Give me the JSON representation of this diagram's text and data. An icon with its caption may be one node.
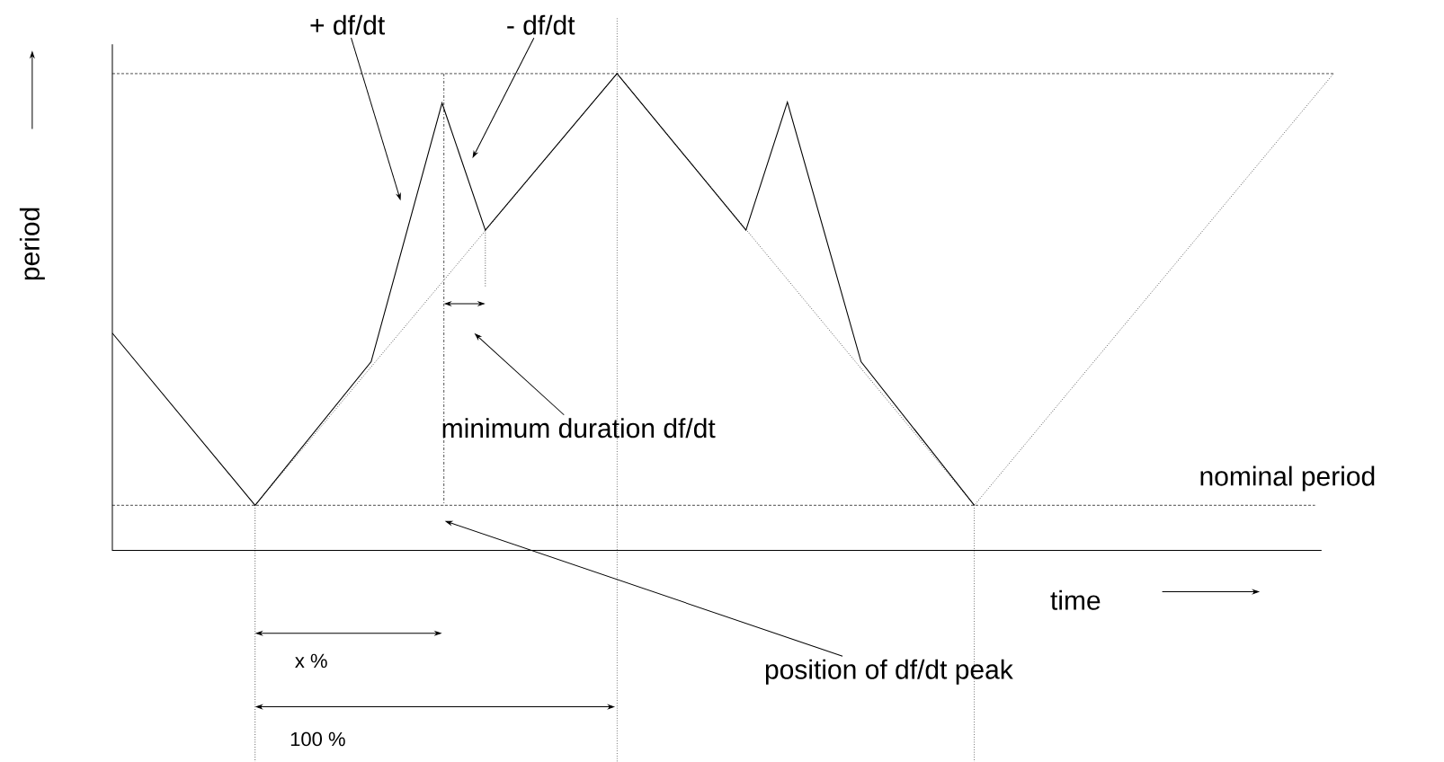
{
  "diagram": {
    "nodes": [
      {
        "text": [
          "+ df/dt"
        ]
      },
      {
        "text": [
          "- df/dt"
        ]
      },
      {
        "text": [
          "minimum duration df/dt"
        ]
      },
      {
        "text": [
          "position of df/dt peak"
        ]
      }
    ],
    "edges": [
      {
        "from": 0,
        "to": null,
        "arrow": "to"
      },
      {
        "from": 1,
        "to": null,
        "arrow": "to"
      },
      {
        "from": 2,
        "to": null,
        "arrow": "to"
      },
      {
        "from": 3,
        "to": null,
        "arrow": "to"
      }
    ],
    "labels": [
      "period",
      "time",
      "nominal period",
      "x %",
      "100 %"
    ]
  }
}
